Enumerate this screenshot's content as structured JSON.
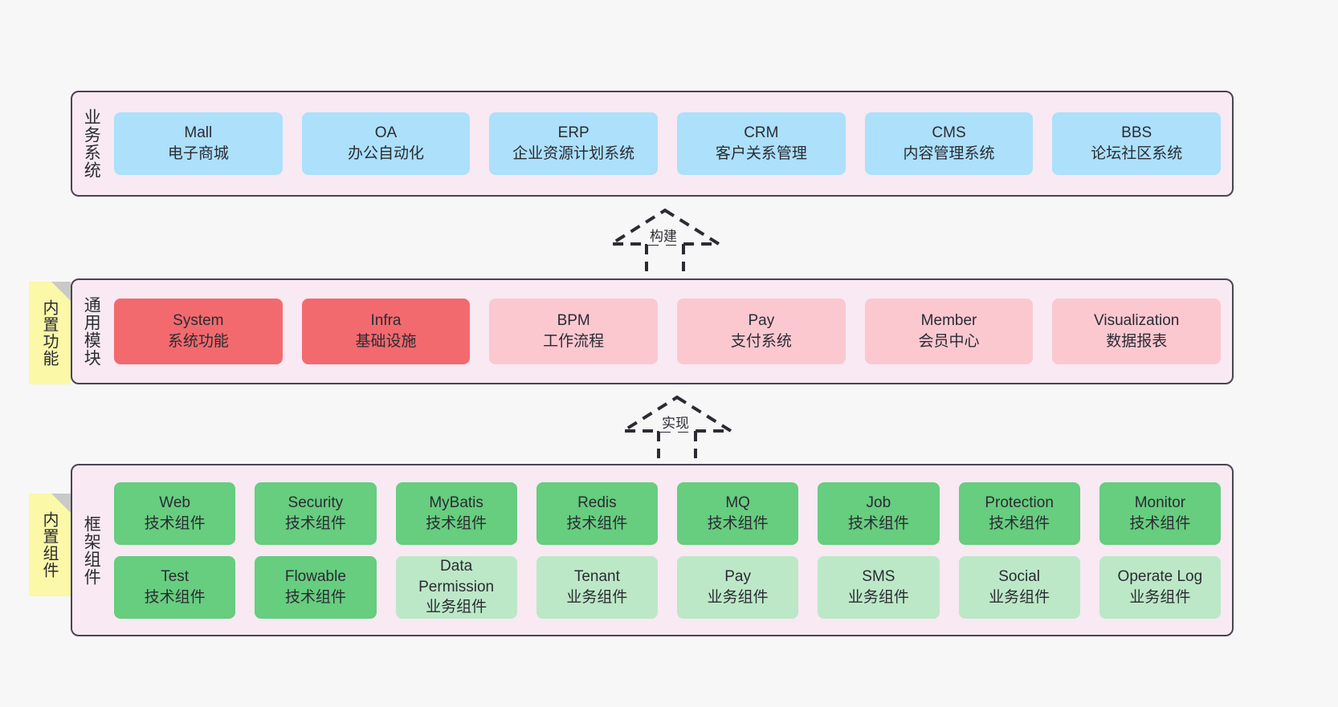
{
  "diagram": {
    "background_color": "#f7f7f7",
    "layer_fill": "#f8e9f3",
    "layer_stroke": "#4a4452",
    "sticky_color": "#fbf8a8",
    "colors": {
      "blue": "#ace0fb",
      "red": "#f26a6e",
      "pink": "#fbc8d0",
      "green": "#67cd7f",
      "light_green": "#bce8c7"
    }
  },
  "layers": [
    {
      "id": "business",
      "title": "业务系统",
      "rows": [
        [
          {
            "en": "Mall",
            "cn": "电子商城",
            "color": "blue"
          },
          {
            "en": "OA",
            "cn": "办公自动化",
            "color": "blue"
          },
          {
            "en": "ERP",
            "cn": "企业资源计划系统",
            "color": "blue"
          },
          {
            "en": "CRM",
            "cn": "客户关系管理",
            "color": "blue"
          },
          {
            "en": "CMS",
            "cn": "内容管理系统",
            "color": "blue"
          },
          {
            "en": "BBS",
            "cn": "论坛社区系统",
            "color": "blue"
          }
        ]
      ]
    },
    {
      "id": "common",
      "title": "通用模块",
      "sticky": "内置功能",
      "rows": [
        [
          {
            "en": "System",
            "cn": "系统功能",
            "color": "red"
          },
          {
            "en": "Infra",
            "cn": "基础设施",
            "color": "red"
          },
          {
            "en": "BPM",
            "cn": "工作流程",
            "color": "pink"
          },
          {
            "en": "Pay",
            "cn": "支付系统",
            "color": "pink"
          },
          {
            "en": "Member",
            "cn": "会员中心",
            "color": "pink"
          },
          {
            "en": "Visualization",
            "cn": "数据报表",
            "color": "pink"
          }
        ]
      ]
    },
    {
      "id": "framework",
      "title": "框架组件",
      "sticky": "内置组件",
      "rows": [
        [
          {
            "en": "Web",
            "cn": "技术组件",
            "color": "green"
          },
          {
            "en": "Security",
            "cn": "技术组件",
            "color": "green"
          },
          {
            "en": "MyBatis",
            "cn": "技术组件",
            "color": "green"
          },
          {
            "en": "Redis",
            "cn": "技术组件",
            "color": "green"
          },
          {
            "en": "MQ",
            "cn": "技术组件",
            "color": "green"
          },
          {
            "en": "Job",
            "cn": "技术组件",
            "color": "green"
          },
          {
            "en": "Protection",
            "cn": "技术组件",
            "color": "green"
          },
          {
            "en": "Monitor",
            "cn": "技术组件",
            "color": "green"
          }
        ],
        [
          {
            "en": "Test",
            "cn": "技术组件",
            "color": "green"
          },
          {
            "en": "Flowable",
            "cn": "技术组件",
            "color": "green"
          },
          {
            "en": "Data Permission",
            "cn": "业务组件",
            "color": "light_green"
          },
          {
            "en": "Tenant",
            "cn": "业务组件",
            "color": "light_green"
          },
          {
            "en": "Pay",
            "cn": "业务组件",
            "color": "light_green"
          },
          {
            "en": "SMS",
            "cn": "业务组件",
            "color": "light_green"
          },
          {
            "en": "Social",
            "cn": "业务组件",
            "color": "light_green"
          },
          {
            "en": "Operate Log",
            "cn": "业务组件",
            "color": "light_green"
          }
        ]
      ]
    }
  ],
  "connectors": [
    {
      "id": "build",
      "label": "构建"
    },
    {
      "id": "implement",
      "label": "实现"
    }
  ]
}
